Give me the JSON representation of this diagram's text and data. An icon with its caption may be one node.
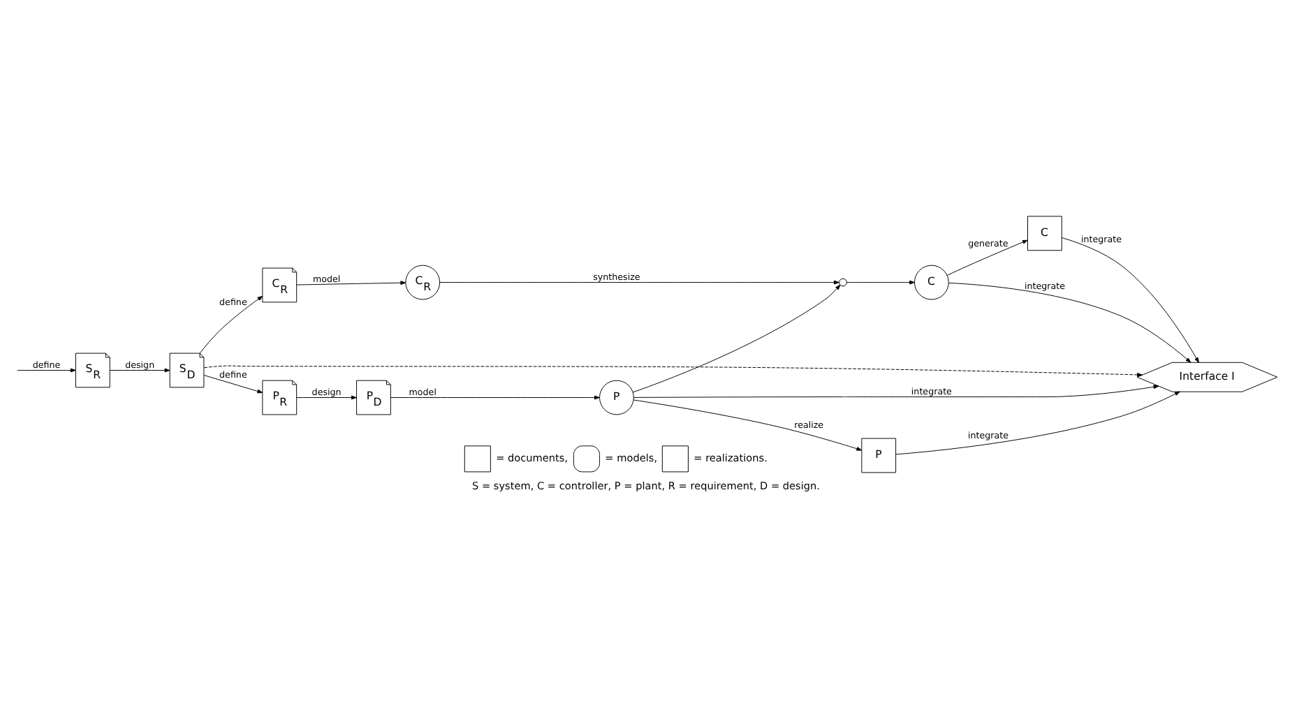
{
  "diagram": {
    "caption": "S = system, C = controller, P = plant, R = requirement, D = design.",
    "nodes": [
      {
        "text": [
          "S$_{R}$"
        ]
      },
      {
        "text": [
          "S$_{D}$"
        ]
      },
      {
        "text": [
          "C$_{R}$"
        ]
      },
      {
        "text": [
          "C$_{R}$"
        ]
      },
      {
        "text": [],
        "shape": "circle"
      },
      {
        "text": [
          "C"
        ]
      },
      {
        "text": [
          "C"
        ]
      },
      {
        "text": [
          "Interface I"
        ]
      },
      {
        "text": [
          "P$_{R}$"
        ]
      },
      {
        "text": [
          "P$_{D}$"
        ]
      },
      {
        "text": [
          "P"
        ]
      },
      {
        "text": [
          "P"
        ]
      }
    ],
    "edges": [
      {
        "from": null,
        "to": 0,
        "arrow": "to",
        "label": "define"
      },
      {
        "from": 0,
        "to": 1,
        "arrow": "to",
        "label": "design"
      },
      {
        "from": 1,
        "to": 2,
        "arrow": "to",
        "label": "define"
      },
      {
        "from": 1,
        "to": 8,
        "arrow": "to",
        "label": "define"
      },
      {
        "from": 2,
        "to": 3,
        "arrow": "to",
        "label": "model"
      },
      {
        "from": 3,
        "to": 4,
        "arrow": "to",
        "label": "synthesize"
      },
      {
        "from": 4,
        "to": 5,
        "arrow": "to"
      },
      {
        "from": 10,
        "to": 4,
        "arrow": "to"
      },
      {
        "from": 5,
        "to": 6,
        "arrow": "to",
        "label": "generate"
      },
      {
        "from": 5,
        "to": 7,
        "arrow": "to",
        "label": "integrate"
      },
      {
        "from": 6,
        "to": 7,
        "arrow": "to",
        "label": "integrate"
      },
      {
        "from": 1,
        "to": 7,
        "arrow": "to",
        "style": "dashed"
      },
      {
        "from": 8,
        "to": 9,
        "arrow": "to",
        "label": "design"
      },
      {
        "from": 9,
        "to": 10,
        "arrow": "to",
        "label": "model"
      },
      {
        "from": 10,
        "to": 11,
        "arrow": "to",
        "label": "realize"
      },
      {
        "from": 10,
        "to": 7,
        "arrow": "to",
        "label": "integrate"
      },
      {
        "from": 11,
        "to": 7,
        "arrow": "to",
        "label": "integrate"
      }
    ],
    "legend": [
      {
        "text": "= documents,"
      },
      {
        "text": "= models,"
      },
      {
        "text": "= realizations."
      }
    ]
  }
}
